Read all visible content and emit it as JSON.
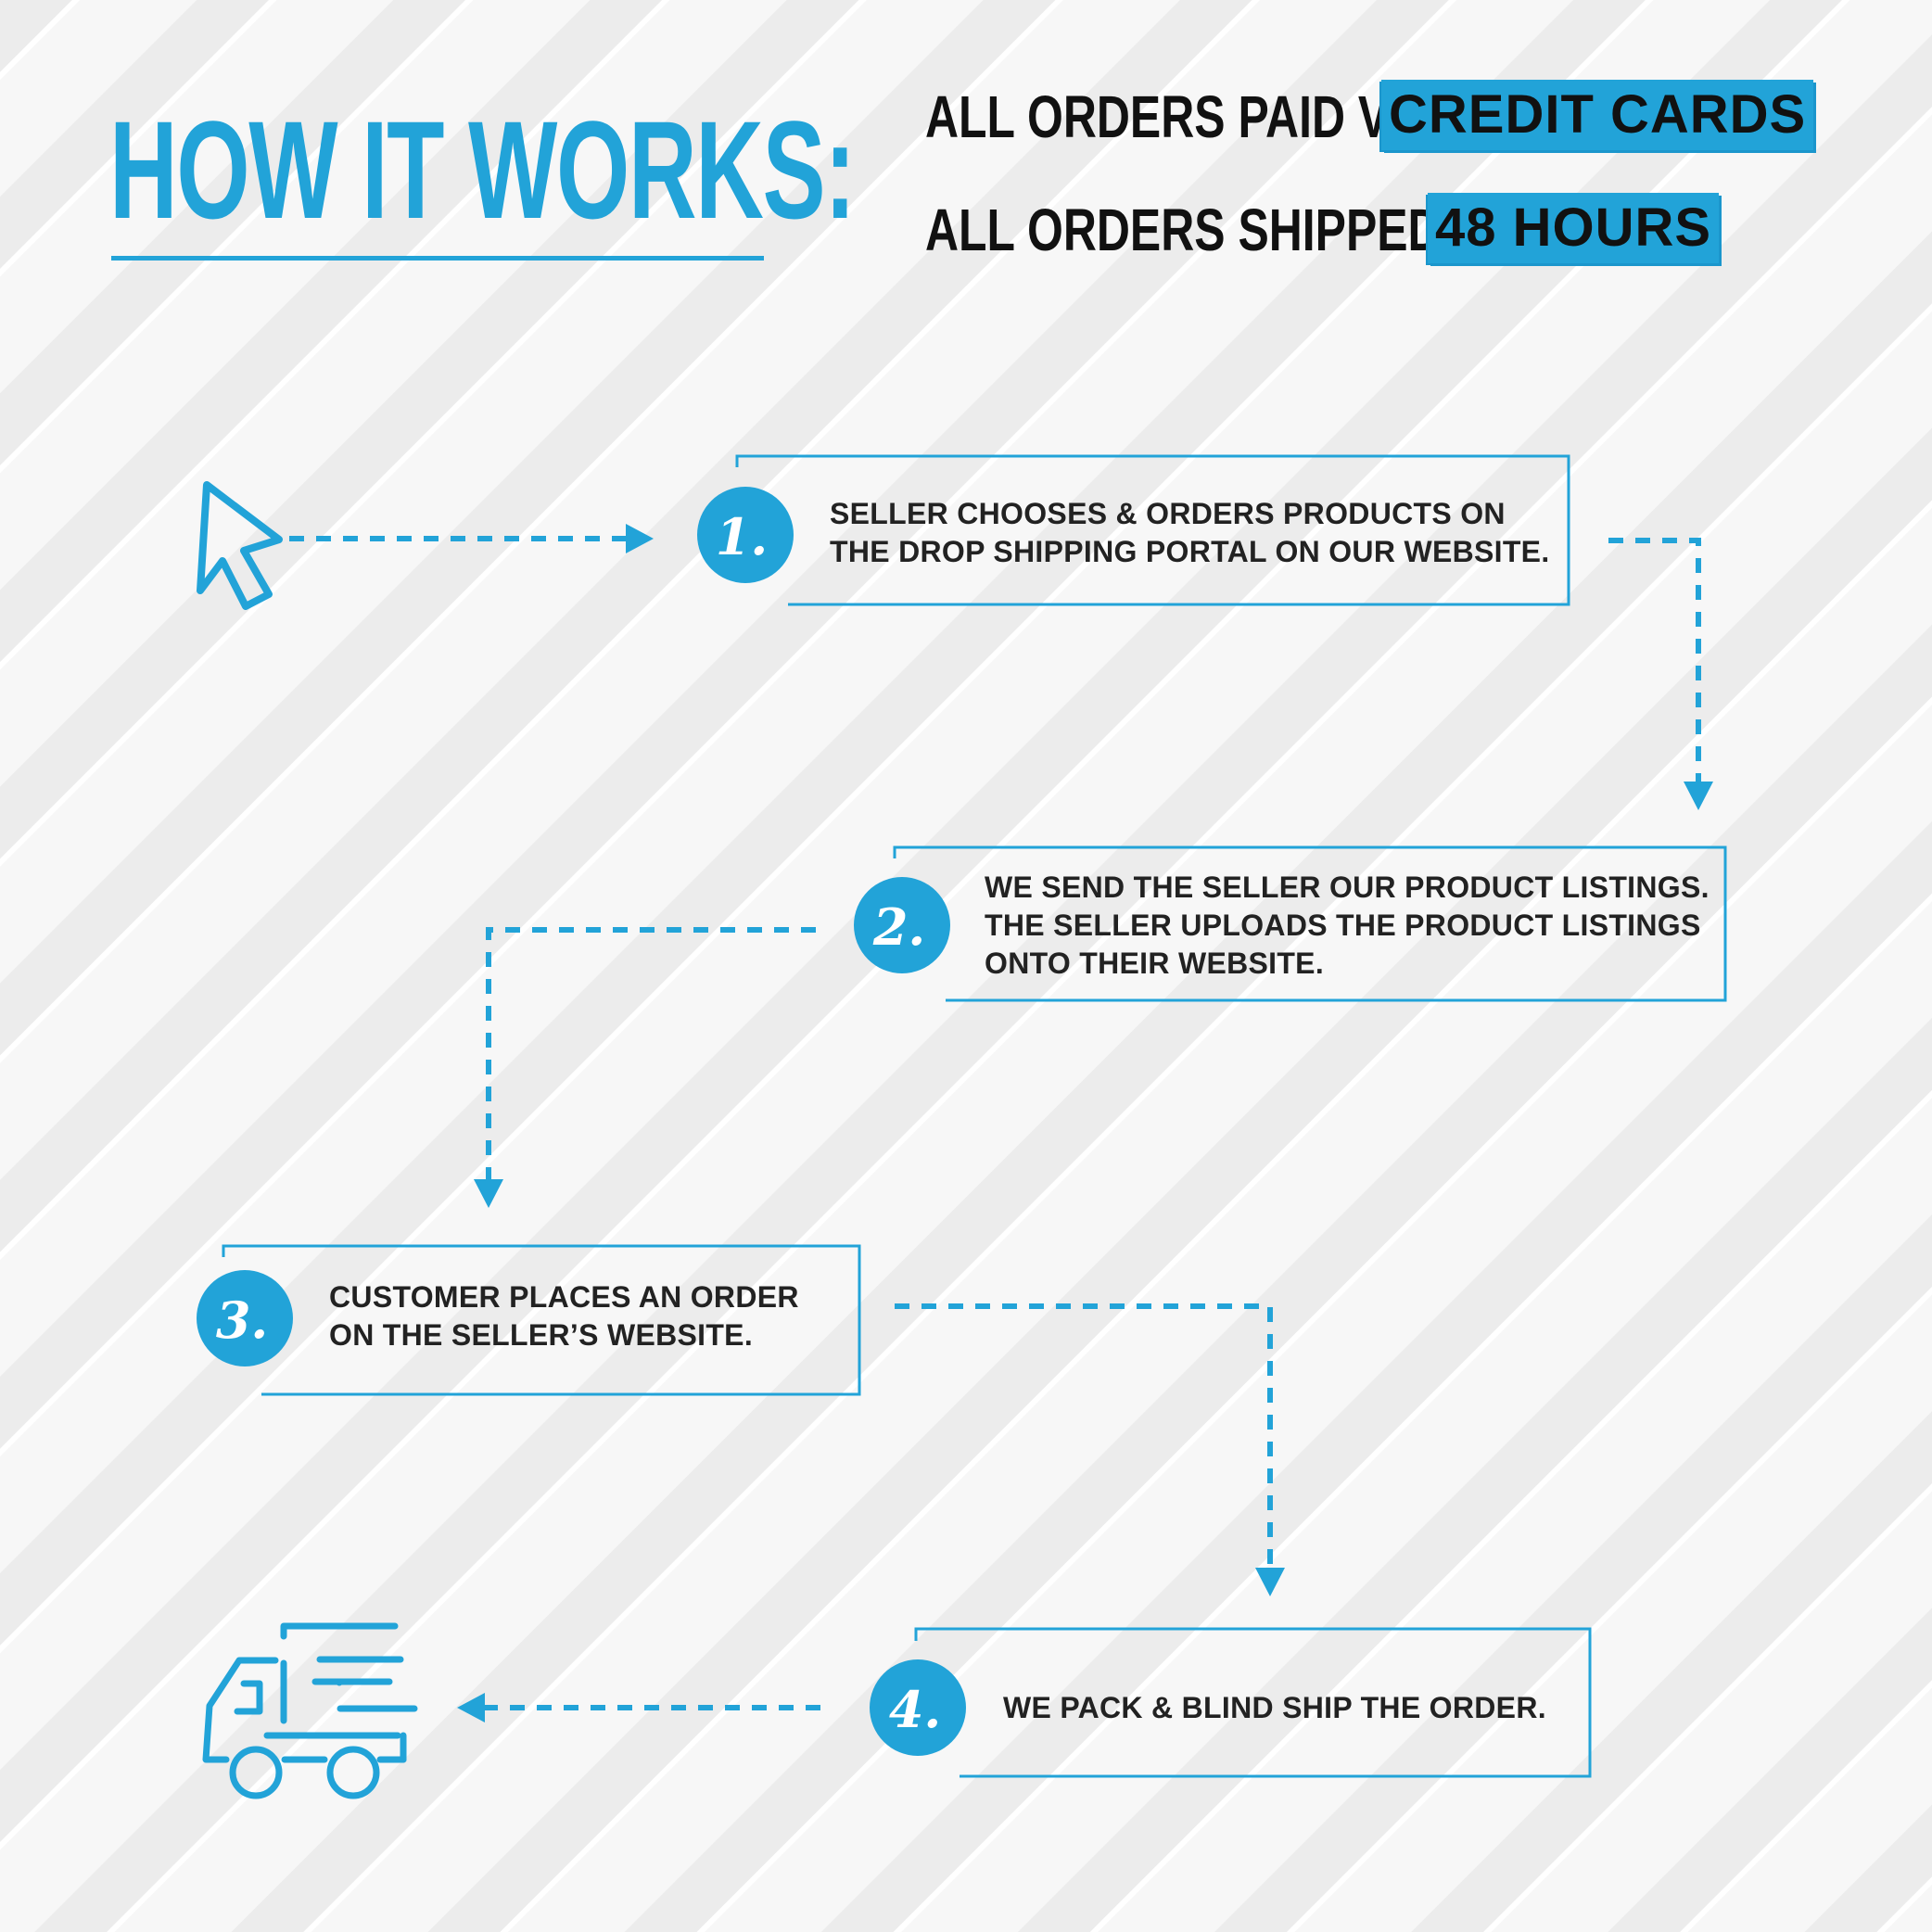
{
  "title": "HOW IT WORKS:",
  "payment": {
    "label": "ALL ORDERS PAID VIA:",
    "value": "CREDIT CARDS"
  },
  "shipping": {
    "label": "ALL ORDERS SHIPPED IN:",
    "value": "48 HOURS"
  },
  "steps": [
    {
      "number": "1.",
      "text": "SELLER CHOOSES & ORDERS PRODUCTS ON\nTHE DROP SHIPPING PORTAL ON OUR WEBSITE."
    },
    {
      "number": "2.",
      "text": "WE SEND THE SELLER OUR PRODUCT LISTINGS.\nTHE SELLER UPLOADS THE PRODUCT LISTINGS\nONTO THEIR WEBSITE."
    },
    {
      "number": "3.",
      "text": "CUSTOMER PLACES AN ORDER\nON THE SELLER’S WEBSITE."
    },
    {
      "number": "4.",
      "text": "WE PACK & BLIND SHIP THE ORDER."
    }
  ],
  "icons": {
    "start": "cursor-arrow-icon",
    "end": "delivery-truck-icon"
  },
  "colors": {
    "accent": "#22a3d8",
    "text": "#222222",
    "background": "#f6f6f6"
  }
}
